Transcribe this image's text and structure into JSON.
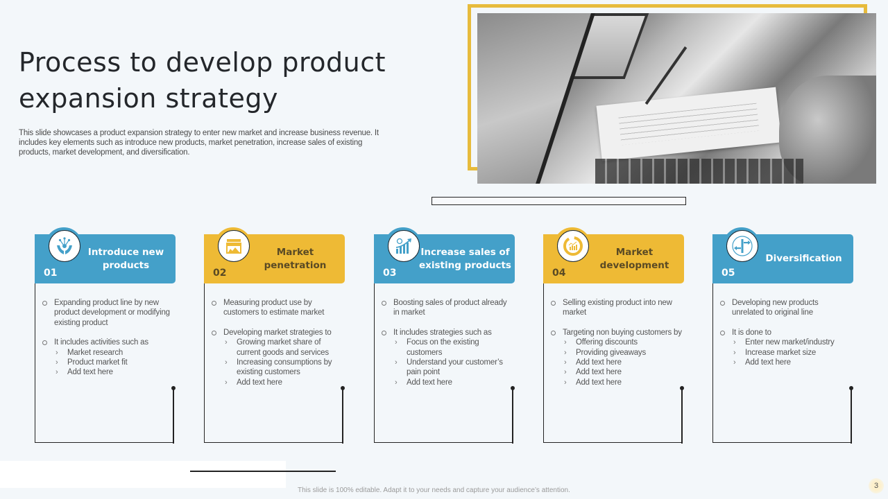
{
  "slide": {
    "title": "Process to develop product expansion strategy",
    "description": "This slide showcases a product expansion strategy to enter new market and increase business revenue. It includes key elements such as introduce new products, market penetration, increase sales of existing products, market development, and diversification.",
    "footer_note": "This slide is 100% editable. Adapt it to your needs and capture your audience’s attention.",
    "page_number": "3"
  },
  "colors": {
    "blue": "#44a0c9",
    "yellow": "#eeba35",
    "frame": "#e7bb3c",
    "background": "#f3f7fa"
  },
  "photo": {
    "description": "grayscale photo of people working with laptops and papers"
  },
  "steps": [
    {
      "number": "01",
      "title": "Introduce new products",
      "icon": "hands-idea-icon",
      "color": "blue",
      "points": [
        {
          "text": "Expanding product line by new product development or modifying existing product",
          "sub": []
        },
        {
          "text": "It includes activities such as",
          "sub": [
            "Market research",
            "Product market fit",
            "Add text here"
          ]
        }
      ]
    },
    {
      "number": "02",
      "title": "Market penetration",
      "icon": "storefront-icon",
      "color": "yellow",
      "points": [
        {
          "text": "Measuring product use by customers to estimate market",
          "sub": []
        },
        {
          "text": "Developing market strategies to",
          "sub": [
            "Growing market share of current goods and services",
            "Increasing consumptions by existing customers",
            "Add text here"
          ]
        }
      ]
    },
    {
      "number": "03",
      "title": "Increase sales of existing products",
      "icon": "growth-chart-icon",
      "color": "blue",
      "points": [
        {
          "text": "Boosting sales of product already in market",
          "sub": []
        },
        {
          "text": "It includes strategies such as",
          "sub": [
            "Focus on the existing customers",
            "Understand your customer’s pain point",
            "Add text here"
          ]
        }
      ]
    },
    {
      "number": "04",
      "title": "Market development",
      "icon": "analytics-dashboard-icon",
      "color": "yellow",
      "points": [
        {
          "text": "Selling existing product into new market",
          "sub": []
        },
        {
          "text": "Targeting non buying customers by",
          "sub": [
            "Offering discounts",
            "Providing giveaways",
            "Add text here",
            "Add text here",
            "Add text here"
          ]
        }
      ]
    },
    {
      "number": "05",
      "title": "Diversification",
      "icon": "direction-signpost-icon",
      "color": "blue",
      "points": [
        {
          "text": "Developing new products unrelated to original line",
          "sub": []
        },
        {
          "text": "It is done to",
          "sub": [
            "Enter new market/industry",
            "Increase market size",
            "Add text here"
          ]
        }
      ]
    }
  ]
}
